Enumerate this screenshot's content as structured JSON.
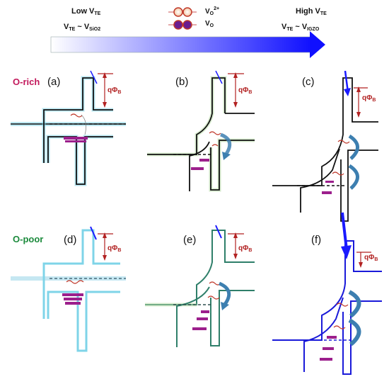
{
  "header": {
    "low_label": "Low V",
    "low_sub": "TE",
    "low_rel_a": "V",
    "low_rel_a_sub": "TE",
    "low_rel_mid": " ~ V",
    "low_rel_b_sub": "SiO2",
    "high_label": "High V",
    "high_sub": "TE",
    "high_rel_a": "V",
    "high_rel_a_sub": "TE",
    "high_rel_mid": " ~ V",
    "high_rel_b_sub": "IGZO"
  },
  "legend": {
    "vo2_label": "V",
    "vo2_sub": "O",
    "vo2_sup": "2+",
    "vo_label": "V",
    "vo_sub": "O"
  },
  "rows": {
    "o_rich": "O-rich",
    "o_poor": "O-poor"
  },
  "panels": [
    "(a)",
    "(b)",
    "(c)",
    "(d)",
    "(e)",
    "(f)"
  ],
  "barrier": {
    "q": "qΦ",
    "sub": "B"
  },
  "colors": {
    "o_rich": "#c2185b",
    "o_poor": "#1b8a3c",
    "arrow": "#1a1aff",
    "band_black": "#111111",
    "band_lightblue": "#7fd4e8",
    "band_teal": "#2f7f6a",
    "band_blue": "#1a1ad9",
    "barrier": "#b22222",
    "vacancy": "#9c1f8c",
    "curl": "#3d7fb0"
  }
}
